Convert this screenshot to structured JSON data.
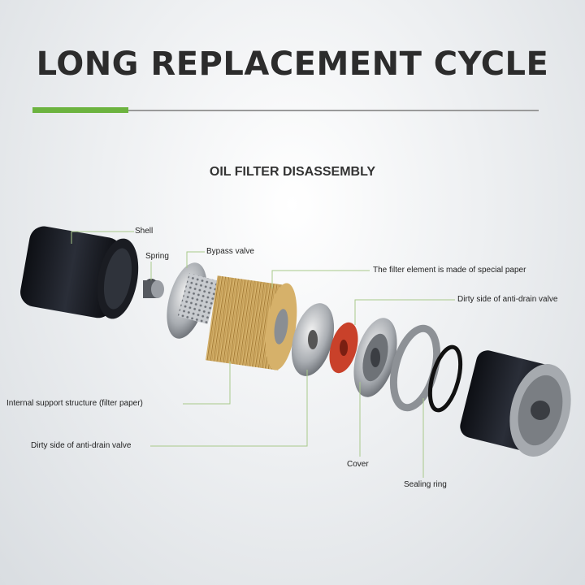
{
  "title": "LONG REPLACEMENT CYCLE",
  "subtitle": "OIL FILTER DISASSEMBBLY_PLACEHOLDER",
  "labels": {
    "shell": "Shell",
    "spring": "Spring",
    "bypass_valve": "Bypass valve",
    "filter_element": "The filter element is made of special paper",
    "dirty_side_top": "Dirty side of anti-drain valve",
    "internal_support": "Internal support structure (filter paper)",
    "dirty_side_bottom": "Dirty side of anti-drain valve",
    "cover": "Cover",
    "sealing_ring": "Sealing ring"
  },
  "colors": {
    "accent": "#6cb33f",
    "leader": "#a8c98a"
  }
}
